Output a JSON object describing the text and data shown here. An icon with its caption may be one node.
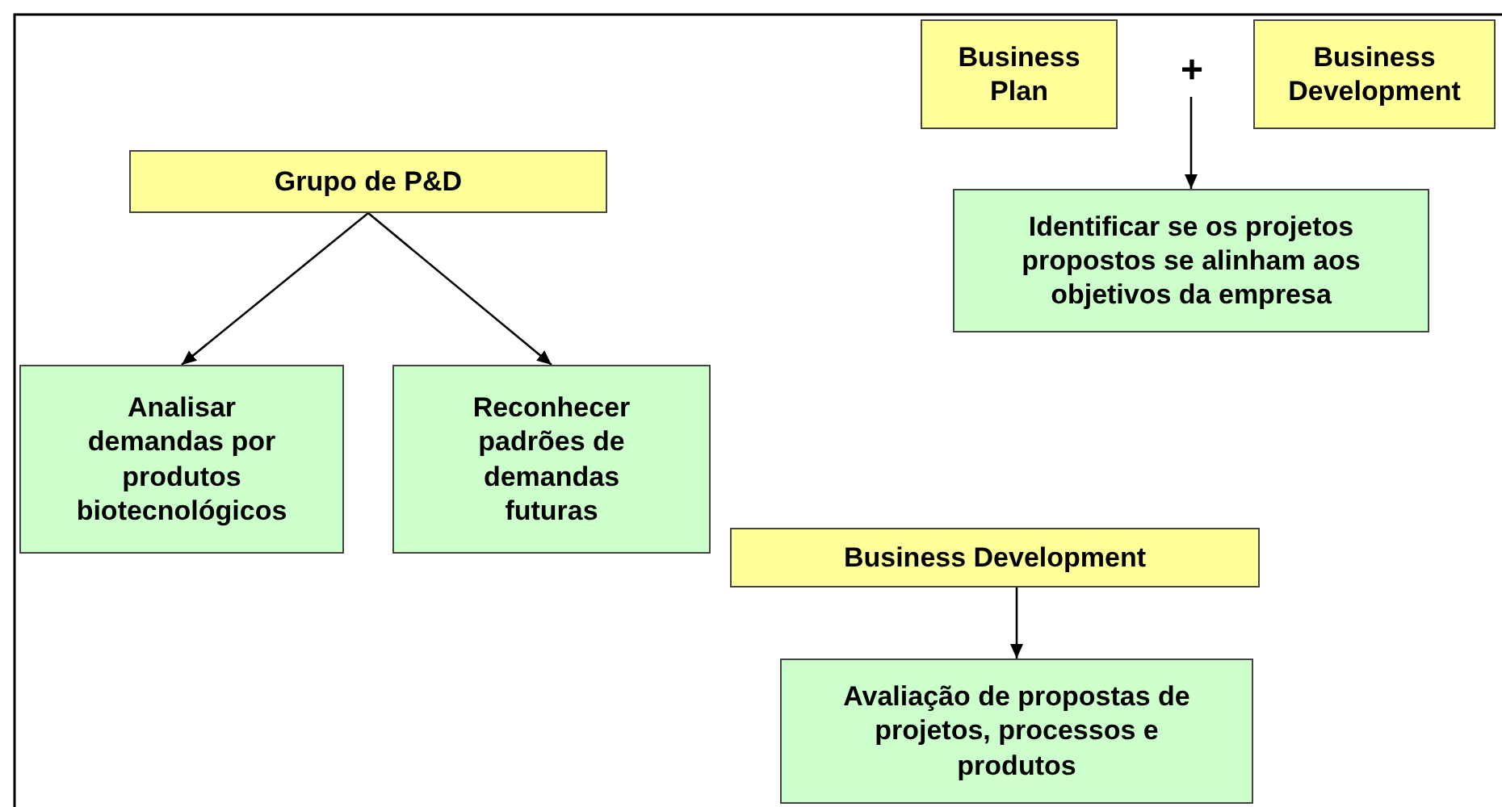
{
  "diagram": {
    "nodes": [
      {
        "text": [
          "Business Plan"
        ]
      },
      {
        "text": [
          "+"
        ]
      },
      {
        "text": [
          "Business Development"
        ]
      },
      {
        "text": [
          "Identificar se os projetos propostos se alinham aos objetivos da empresa"
        ]
      },
      {
        "text": [
          "Grupo de P&D"
        ]
      },
      {
        "text": [
          "Analisar demandas por produtos biotecnológicos"
        ]
      },
      {
        "text": [
          "Reconhecer padrões de demandas futuras"
        ]
      },
      {
        "text": [
          "Business Development"
        ]
      },
      {
        "text": [
          "Avaliação de propostas de projetos, processos e produtos"
        ]
      }
    ],
    "edges": [
      {
        "from": 1,
        "to": 3,
        "arrow": "to"
      },
      {
        "from": 4,
        "to": 5,
        "arrow": "to"
      },
      {
        "from": 4,
        "to": 6,
        "arrow": "to"
      },
      {
        "from": 7,
        "to": 8,
        "arrow": "to"
      }
    ]
  }
}
